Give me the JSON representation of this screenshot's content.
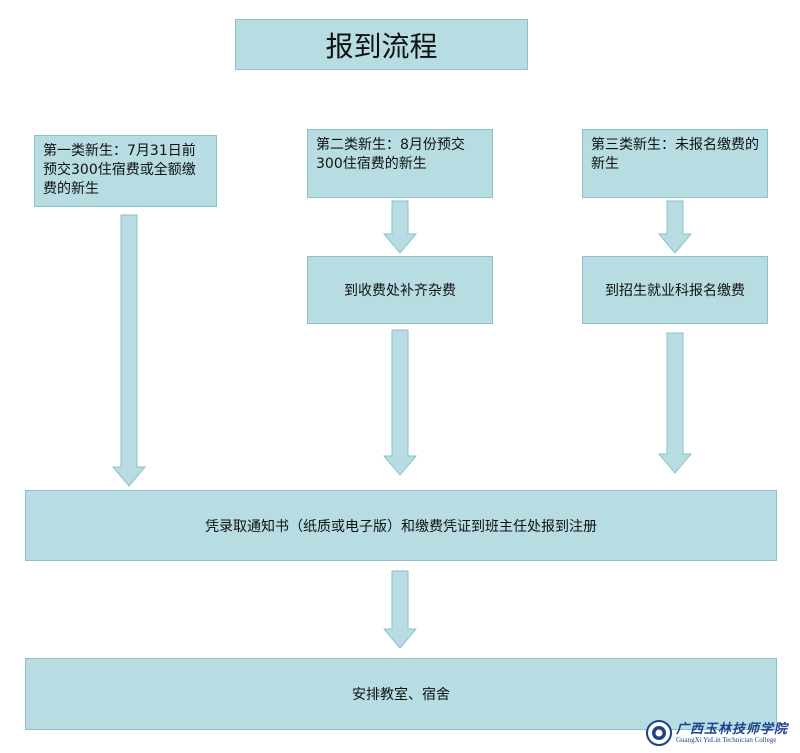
{
  "title": "报到流程",
  "categories": [
    {
      "label": "第一类新生：7月31日前预交300住宿费或全额缴费的新生"
    },
    {
      "label": "第二类新生：8月份预交300住宿费的新生"
    },
    {
      "label": "第三类新生：未报名缴费的新生"
    }
  ],
  "steps": {
    "second": "到收费处补齐杂费",
    "third": "到招生就业科报名缴费",
    "register": "凭录取通知书（纸质或电子版）和缴费凭证到班主任处报到注册",
    "arrange": "安排教室、宿舍"
  },
  "logo": {
    "name_cn": "广西玉林技师学院",
    "name_en": "GuangXi YuLin Technician College"
  },
  "colors": {
    "box_fill": "#b7dde2",
    "box_border": "#8ac2c9",
    "arrow_fill": "#b7dde2",
    "logo": "#1f3f8f"
  }
}
